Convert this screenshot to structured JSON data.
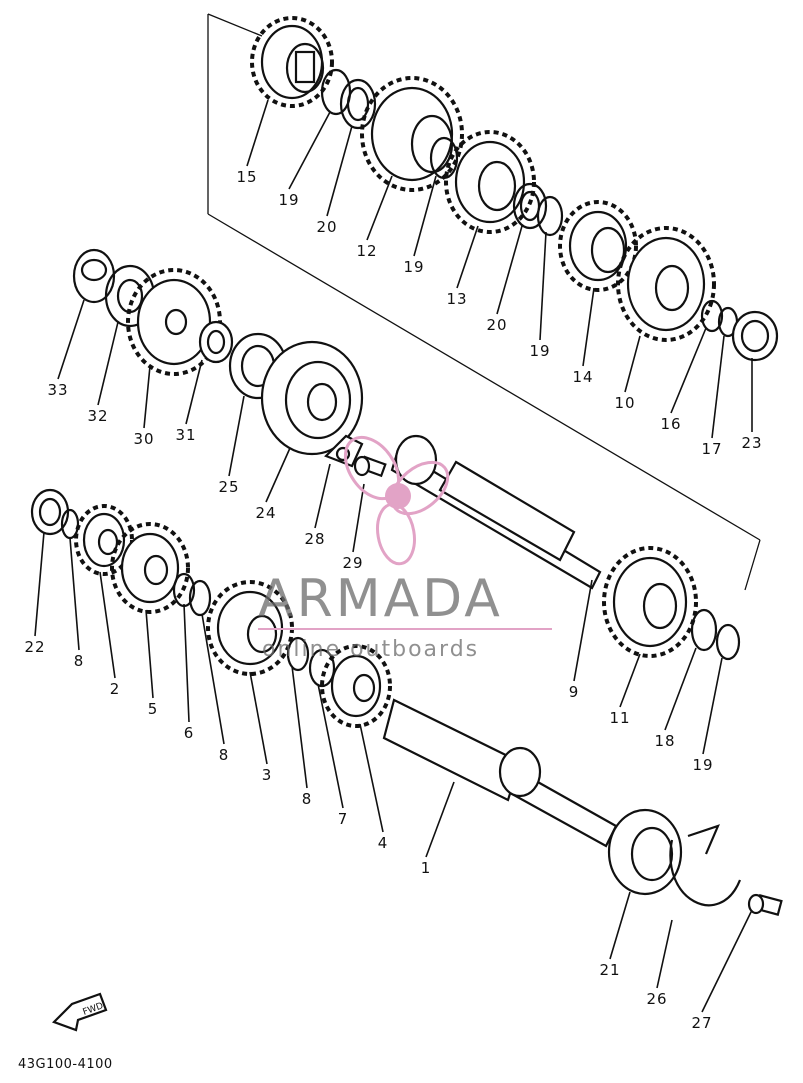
{
  "diagram": {
    "part_numbers": [
      "15",
      "19",
      "20",
      "12",
      "19",
      "13",
      "20",
      "19",
      "14",
      "10",
      "16",
      "17",
      "23",
      "33",
      "32",
      "30",
      "31",
      "25",
      "24",
      "28",
      "29",
      "9",
      "11",
      "18",
      "19",
      "22",
      "8",
      "2",
      "5",
      "6",
      "8",
      "3",
      "8",
      "7",
      "4",
      "1",
      "21",
      "26",
      "27"
    ],
    "drawing_code": "43G100-4100",
    "direction_marker": "FWD"
  },
  "watermark": {
    "name": "ARMADA",
    "tagline": "online outboards",
    "accent_color": "#e2a3c6",
    "text_color": "#6b6b6b"
  }
}
